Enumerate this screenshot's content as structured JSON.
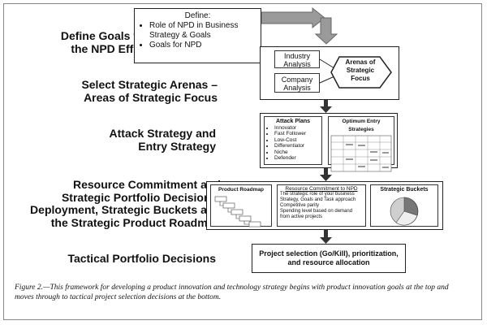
{
  "stages": [
    {
      "title": "Define Goals for\nthe NPD Effort"
    },
    {
      "title": "Select Strategic Arenas –\nAreas of Strategic Focus"
    },
    {
      "title": "Attack Strategy and\nEntry Strategy"
    },
    {
      "title": "Resource Commitment and\nStrategic Portfolio Decisions:\nDeployment, Strategic Buckets and\nthe Strategic Product Roadmap"
    },
    {
      "title": "Tactical Portfolio Decisions"
    }
  ],
  "define_box": {
    "heading": "Define:",
    "items": [
      "Role of NPD in Business Strategy & Goals",
      "Goals for NPD"
    ]
  },
  "arenas": {
    "industry": "Industry\nAnalysis",
    "company": "Company\nAnalysis",
    "result": "Arenas of\nStrategic\nFocus"
  },
  "attack": {
    "heading": "Attack Plans",
    "items": [
      "Innovator",
      "Fast Follower",
      "Low-Cost",
      "Differentiator",
      "Niche",
      "Defender"
    ],
    "entry_heading": "Optimum Entry Strategies"
  },
  "resource": {
    "roadmap_title": "Product Roadmap",
    "commitment_title": "Resource Commitment to NPD",
    "commitment_items": [
      "The strategic role of your business",
      "Strategy, Goals and Task approach",
      "Competitive parity",
      "Spending level based on demand from active projects"
    ],
    "buckets_title": "Strategic Buckets"
  },
  "tactical": {
    "text": "Project selection (Go/Kill), prioritization,\nand resource allocation"
  },
  "caption": "Figure 2.—This framework for developing a product innovation and technology strategy begins with product innovation goals at the top and moves through to tactical project selection decisions at the bottom."
}
